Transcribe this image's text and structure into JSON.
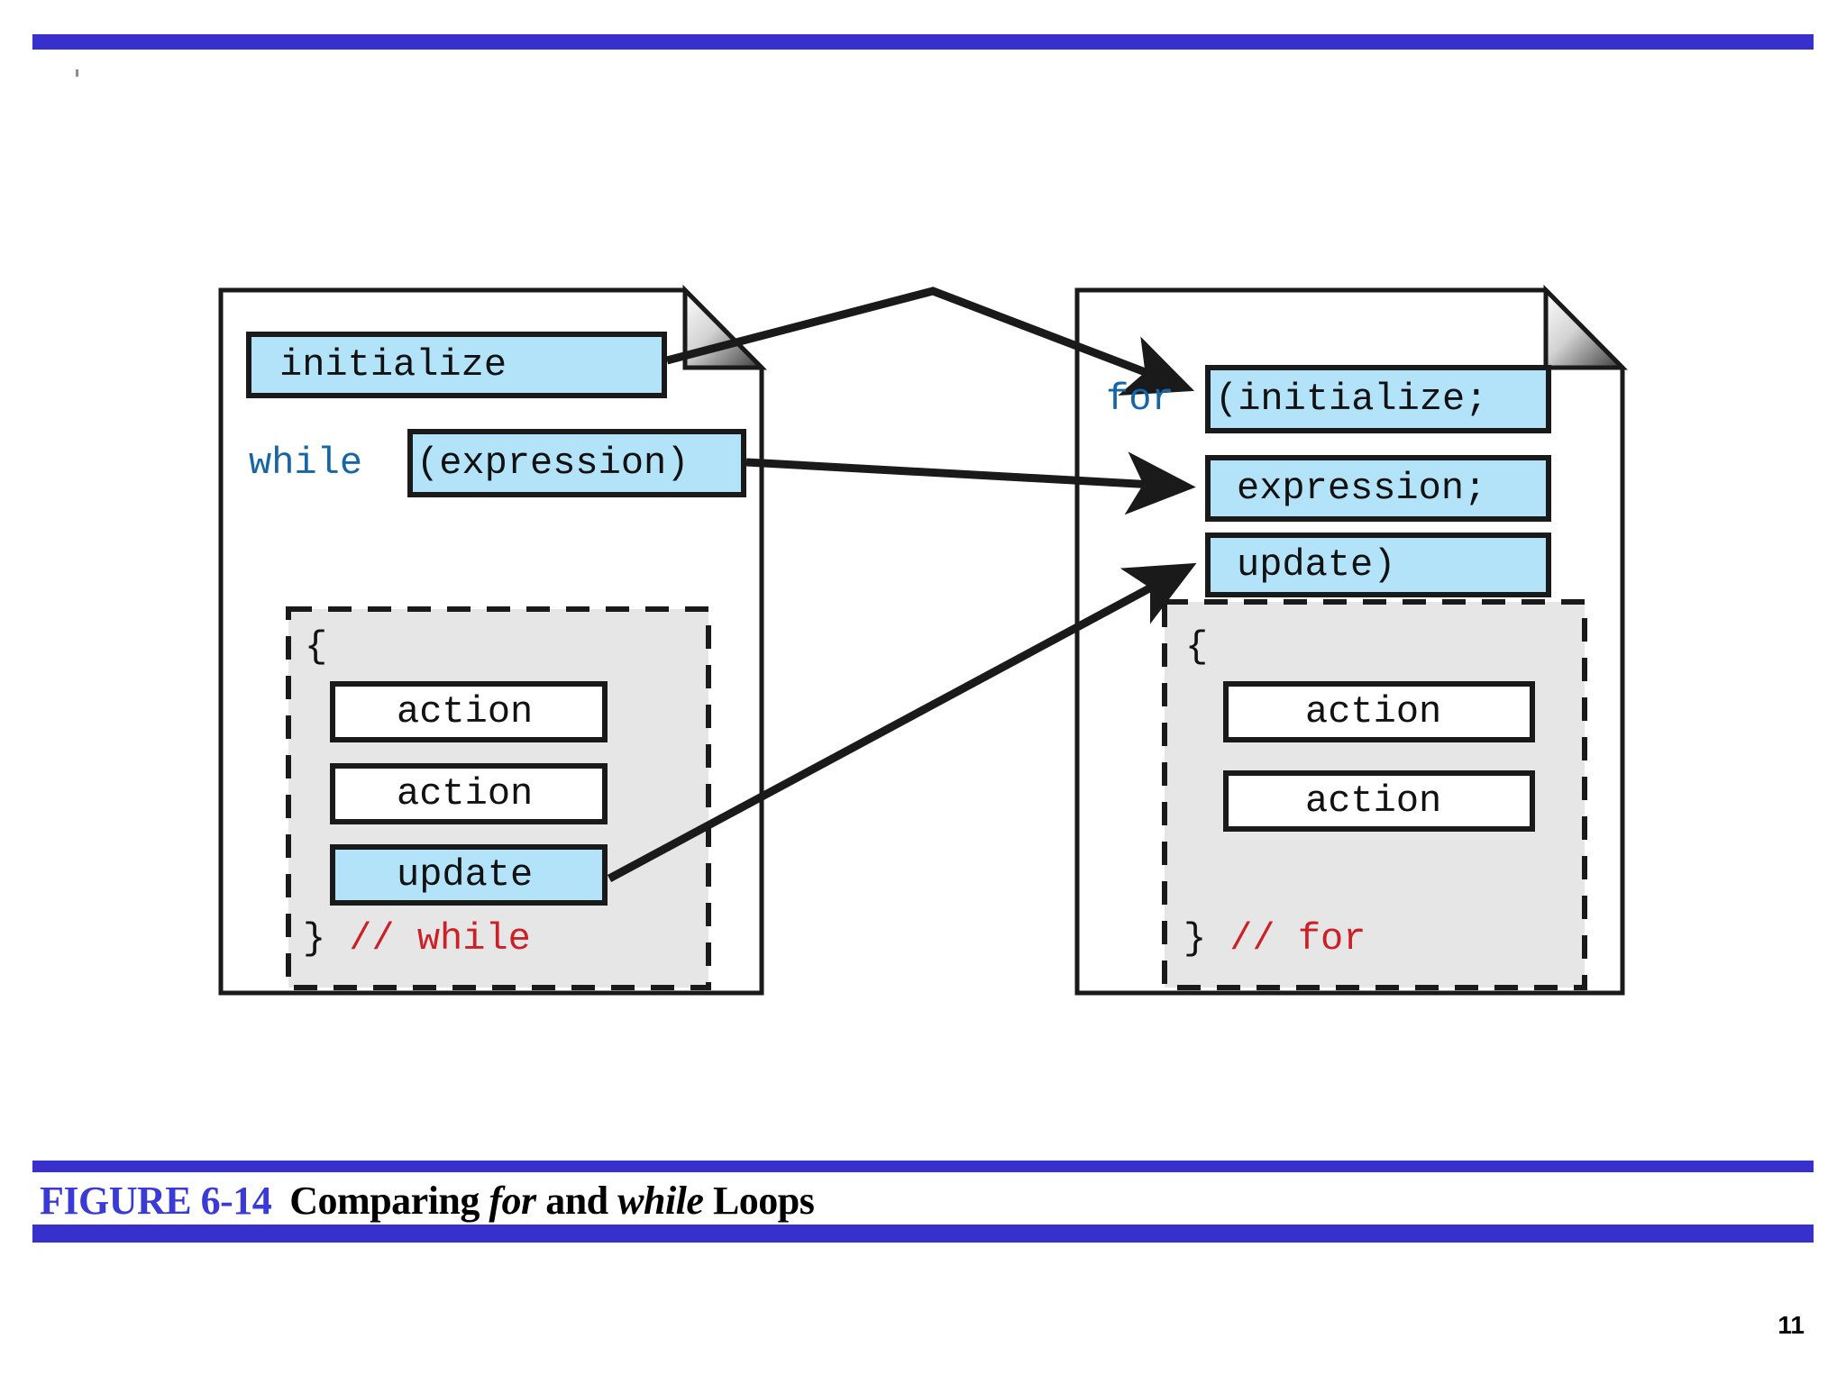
{
  "page": {
    "number": "11",
    "background_color": "#ffffff",
    "rule_color": "#3730cc"
  },
  "caption": {
    "figure_label": "FIGURE 6-14",
    "text_before": "Comparing ",
    "italic_1": "for",
    "text_middle": " and ",
    "italic_2": "while",
    "text_after": " Loops",
    "figure_label_color": "#3a3ad6",
    "text_color": "#000000"
  },
  "colors": {
    "highlight_blue": "#b3e3f8",
    "body_gray": "#e6e6e6",
    "keyword_blue": "#1566a6",
    "comment_red": "#cc2027",
    "outline": "#1a1a1a"
  },
  "diagram": {
    "type": "comparison-diagram",
    "panels": [
      {
        "id": "while-panel",
        "name": "while-loop-page",
        "header_keyword": "while",
        "lines": [
          {
            "name": "initialize-box",
            "text": "initialize",
            "style": "highlight"
          },
          {
            "name": "while-keyword",
            "text": "while",
            "style": "keyword"
          },
          {
            "name": "expression-box",
            "text": "(expression)",
            "style": "highlight"
          }
        ],
        "body": {
          "open_brace": "{",
          "statements": [
            {
              "name": "action-box-1",
              "text": "action",
              "style": "plain"
            },
            {
              "name": "action-box-2",
              "text": "action",
              "style": "plain"
            },
            {
              "name": "update-box",
              "text": "update",
              "style": "highlight"
            }
          ],
          "close_brace": "}",
          "comment": "// while"
        }
      },
      {
        "id": "for-panel",
        "name": "for-loop-page",
        "header_keyword": "for",
        "lines": [
          {
            "name": "for-keyword",
            "text": "for",
            "style": "keyword"
          },
          {
            "name": "initialize-box",
            "text": "(initialize;",
            "style": "highlight"
          },
          {
            "name": "expression-box",
            "text": "expression;",
            "style": "highlight"
          },
          {
            "name": "update-box",
            "text": "update)",
            "style": "highlight"
          }
        ],
        "body": {
          "open_brace": "{",
          "statements": [
            {
              "name": "action-box-1",
              "text": "action",
              "style": "plain"
            },
            {
              "name": "action-box-2",
              "text": "action",
              "style": "plain"
            }
          ],
          "close_brace": "}",
          "comment": "// for"
        }
      }
    ],
    "arrows": [
      {
        "name": "arrow-initialize",
        "from": "while.initialize-box",
        "to": "for.initialize-box"
      },
      {
        "name": "arrow-expression",
        "from": "while.expression-box",
        "to": "for.expression-box"
      },
      {
        "name": "arrow-update",
        "from": "while.update-box",
        "to": "for.update-box"
      }
    ]
  }
}
